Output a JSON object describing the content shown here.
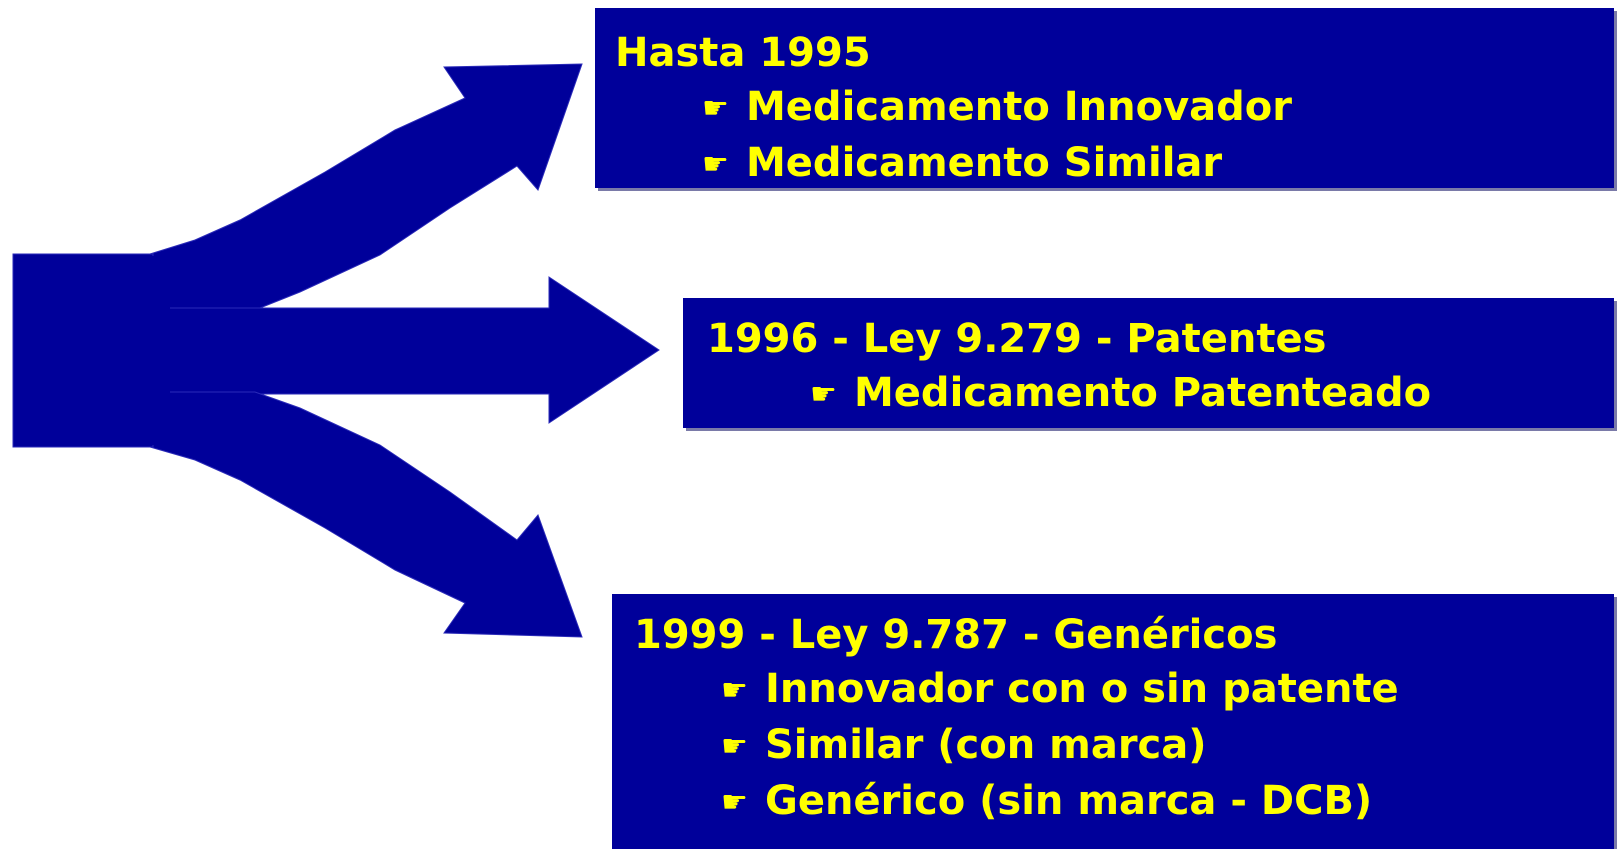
{
  "colors": {
    "box_background": "#00009a",
    "text": "#ffff00",
    "arrow_fill": "#00009a"
  },
  "bullet_icon": "pointing-hand-icon",
  "bullet_glyph": "☛",
  "boxes": [
    {
      "heading": "Hasta 1995",
      "items": [
        "Medicamento Innovador",
        "Medicamento Similar"
      ]
    },
    {
      "heading": "1996 - Ley 9.279 - Patentes",
      "items": [
        "Medicamento Patenteado"
      ]
    },
    {
      "heading": "1999 - Ley 9.787 - Genéricos",
      "items": [
        "Innovador con o sin patente",
        "Similar (con marca)",
        "Genérico (sin marca - DCB)"
      ]
    }
  ]
}
